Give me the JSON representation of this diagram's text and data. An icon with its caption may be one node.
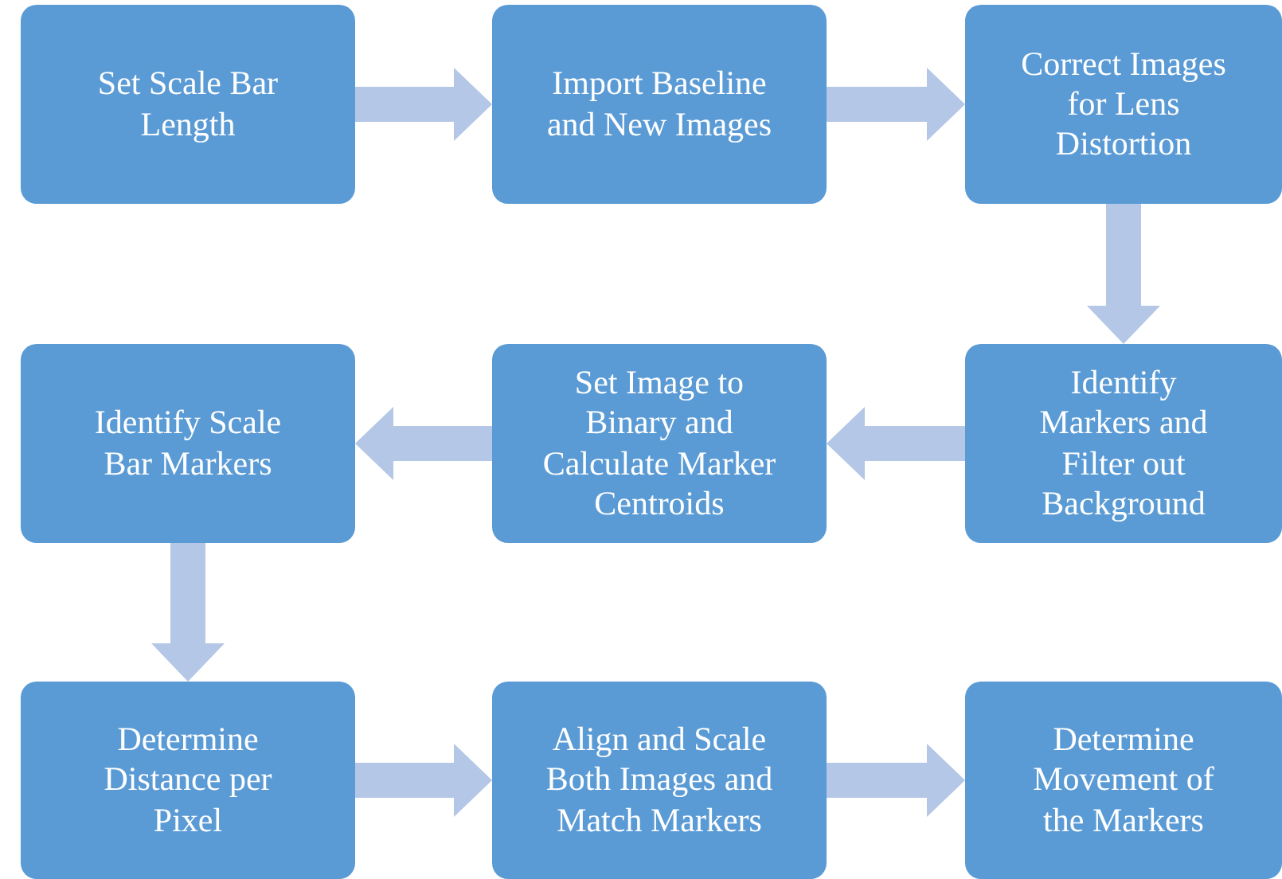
{
  "diagram": {
    "nodes": [
      {
        "text": [
          "Set Scale Bar Length"
        ]
      },
      {
        "text": [
          "Import Baseline and New Images"
        ]
      },
      {
        "text": [
          "Correct Images for Lens Distortion"
        ]
      },
      {
        "text": [
          "Identify Markers and Filter out Background"
        ]
      },
      {
        "text": [
          "Set Image to Binary and Calculate Marker Centroids"
        ]
      },
      {
        "text": [
          "Identify Scale Bar Markers"
        ]
      },
      {
        "text": [
          "Determine Distance per Pixel"
        ]
      },
      {
        "text": [
          "Align and Scale Both Images and Match Markers"
        ]
      },
      {
        "text": [
          "Determine Movement of the Markers"
        ]
      }
    ],
    "edges": [
      {
        "from": 0,
        "to": 1,
        "arrow": "to"
      },
      {
        "from": 1,
        "to": 2,
        "arrow": "to"
      },
      {
        "from": 2,
        "to": 3,
        "arrow": "to"
      },
      {
        "from": 3,
        "to": 4,
        "arrow": "to"
      },
      {
        "from": 4,
        "to": 5,
        "arrow": "to"
      },
      {
        "from": 5,
        "to": 6,
        "arrow": "to"
      },
      {
        "from": 6,
        "to": 7,
        "arrow": "to"
      },
      {
        "from": 7,
        "to": 8,
        "arrow": "to"
      }
    ]
  }
}
